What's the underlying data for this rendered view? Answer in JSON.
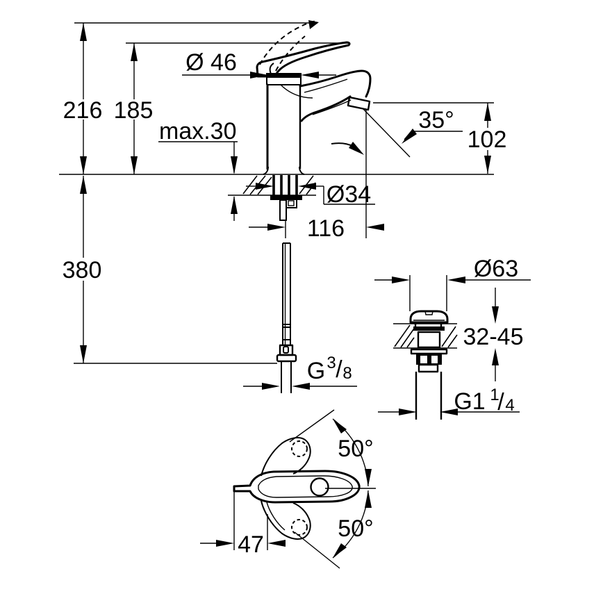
{
  "drawing": {
    "description": "Technical dimension drawing of a single-lever basin mixer tap with flexible supply hose, pop-up waste detail and handle swivel top view",
    "background_color": "#ffffff",
    "line_color": "#000000"
  },
  "labels": {
    "height_total": "216",
    "height_body": "185",
    "max_thickness": "max.30",
    "handle_diameter": "Ø 46",
    "spout_angle": "35°",
    "spout_height": "102",
    "shank_diameter": "Ø34",
    "spout_projection": "116",
    "hose_length": "380",
    "supply_thread_g": "G",
    "supply_thread_num": "3",
    "supply_thread_slash": "/",
    "supply_thread_den": "8",
    "waste_flange_diameter": "Ø63",
    "waste_deck_range": "32-45",
    "waste_thread_g": "G1",
    "waste_thread_num": "1",
    "waste_thread_slash": "/",
    "waste_thread_den": "4",
    "swivel_angle_upper": "50°",
    "swivel_angle_lower": "50°",
    "handle_offset": "47"
  }
}
